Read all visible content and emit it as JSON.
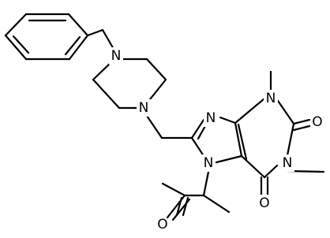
{
  "structure": {
    "atoms": {
      "n_piperazine_top": "N",
      "n_piperazine_bottom": "N",
      "n7": "N",
      "n9": "N",
      "n3": "N",
      "n1": "N",
      "o_c2": "O",
      "o_c6": "O",
      "o_ketone": "O"
    },
    "colors": {
      "bond": "#000000",
      "label": "#000000",
      "background": "#ffffff"
    }
  }
}
